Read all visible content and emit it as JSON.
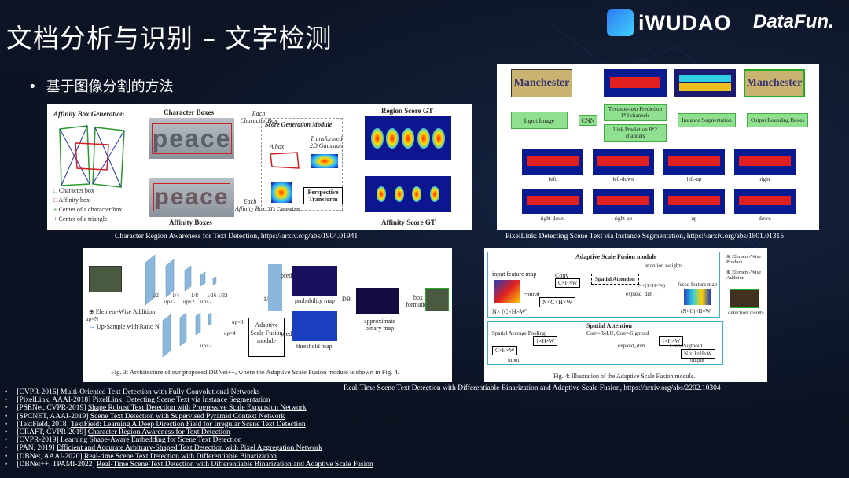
{
  "title": "文档分析与识别 – 文字检测",
  "logo_iwudao": "iWUDAO",
  "logo_datafun": "DataFun.",
  "bullet": "基于图像分割的方法",
  "craft": {
    "affinity_box_gen": "Affinity Box Generation",
    "character_boxes": "Character Boxes",
    "each_character_box": "Each Character Box",
    "score_gen_module": "Score Generation Module",
    "a_box": "A box",
    "transformed_gaussian": "Transformed 2D Gaussian",
    "perspective_transform": "Perspective Transform",
    "gaussian_2d": "2D Gaussian",
    "region_score_gt": "Region Score GT",
    "affinity_score_gt": "Affinity Score GT",
    "affinity_boxes": "Affinity Boxes",
    "each_affinity_box": "Each Affinity Box",
    "legend_character_box": "Character box",
    "legend_affinity_box": "Affinity box",
    "legend_center_char": "Center of a character box",
    "legend_center_tri": "Center of a triangle",
    "word": "peace"
  },
  "craft_caption": "Character Region Awareness for Text Detection, https://arxiv.org/abs/1904.01941",
  "pixellink": {
    "input_image": "Input Image",
    "cnn": "CNN",
    "text_pred": "Text/non-text Prediction 1*2 channels",
    "link_pred": "Link Prediction 8*2 channels",
    "instance_seg": "Instance Segmentation",
    "output_boxes": "Output Bounding Boxes",
    "directions": [
      "left",
      "left-down",
      "left-up",
      "right",
      "right-down",
      "right-up",
      "up",
      "down"
    ],
    "sign": "Manchester"
  },
  "pixellink_caption": "PixelLink: Detecting Scene Text via Instance Segmentation, https://arxiv.org/abs/1801.01315",
  "dbnet": {
    "scales": [
      "1/2",
      "1/4",
      "1/8",
      "1/16",
      "1/32"
    ],
    "ups": [
      "up×2",
      "up×2",
      "up×2",
      "up×8",
      "up×4",
      "up×2"
    ],
    "pred": "pred",
    "prob_map": "probability map",
    "thresh_map": "threshold map",
    "db": "DB",
    "approx": "approximate binary map",
    "box_formation": "box formation",
    "asf": "Adaptive Scale Fusion module",
    "quarter": "1/4",
    "legend_add": "Element-Wise Addition",
    "legend_upn": "up×N",
    "legend_up": "Up-Sample with Ratio N",
    "caption": "Fig. 3: Architecture of our proposed DBNet++, where the Adaptive Scale Fusion module is shown in Fig. 4."
  },
  "asf": {
    "title": "Adaptive Scale Fusion module",
    "input_map": "input feature map",
    "conv": "Conv",
    "chw": "C×H×W",
    "spatial_attention": "Spatial Attention",
    "attn_weights": "attention weights",
    "nhw": "N×(1×H×W)",
    "concat": "concat",
    "nchw": "N×C×H×W",
    "expand_dim": "expand_dim",
    "fused_map": "fused feature map",
    "nchw2": "(N×C)×H×W",
    "detection": "detection results",
    "input_dims": "N× (C×H×W)",
    "sa_title": "Spatial Attention",
    "sap": "Spatial Average Pooling",
    "one_hw": "1×H×W",
    "conv_relu": "Conv-ReLU, Conv-Sigmoid",
    "conv_sig": "Conv-Sigmoid",
    "out_dims": "N × 1×H×W",
    "input": "input",
    "output": "output",
    "legend_product": "Element-Wise Product",
    "legend_addition": "Element-Wise Addition",
    "caption": "Fig. 4: Illustration of the Adaptive Scale Fusion module."
  },
  "dbnet_caption": "Real-Time Scene Text Detection with Differentiable Binarization and Adaptive Scale Fusion, https://arxiv.org/abs/2202.10304",
  "refs": [
    {
      "venue": "[CVPR-2016]",
      "title": "Multi-Oriented Text Detection with Fully Convolutional Networks"
    },
    {
      "venue": "[PixelLink, AAAI-2018]",
      "title": "PixelLink: Detecting Scene Text via Instance Segmentation"
    },
    {
      "venue": "[PSENet, CVPR-2019]",
      "title": "Shape Robust Text Detection with Progressive Scale Expansion Network"
    },
    {
      "venue": "[SPCNET, AAAI-2019]",
      "title": "Scene Text Detection with Supervised Pyramid Context Network"
    },
    {
      "venue": "[TextField, 2018]",
      "title": "TextField: Learning A Deep Direction Field for Irregular Scene Text Detection"
    },
    {
      "venue": "[CRAFT, CVPR-2019]",
      "title": "Character Region Awareness for Text Detection"
    },
    {
      "venue": "[CVPR-2019]",
      "title": "Learning Shape-Aware Embedding for Scene Text Detection"
    },
    {
      "venue": "[PAN, 2019]",
      "title": "Efficient and Accurate Arbitrary-Shaped Text Detection with Pixel Aggregation Network"
    },
    {
      "venue": "[DBNet, AAAI-2020]",
      "title": "Real-time Scene Text Detection with Differentiable Binarization"
    },
    {
      "venue": "[DBNet++, TPAMI-2022]",
      "title": "Real-Time Scene Text Detection with Differentiable Binarization and Adaptive Scale Fusion"
    }
  ]
}
